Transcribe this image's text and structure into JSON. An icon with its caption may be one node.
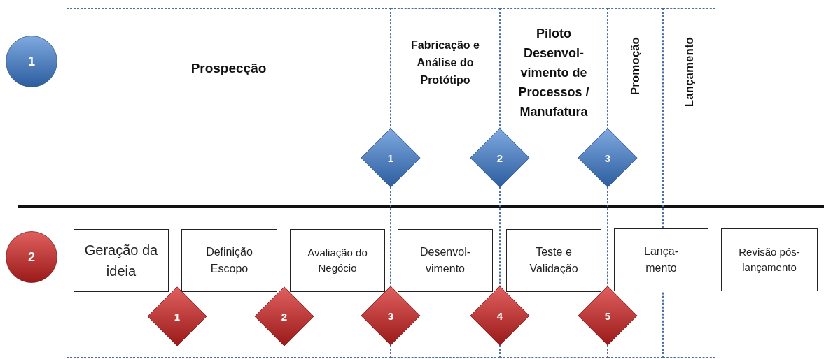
{
  "diagram": {
    "nodes": [
      {
        "text": [
          "1"
        ]
      },
      {
        "text": [
          "Prospecção"
        ]
      },
      {
        "text": [
          "Fabricação e Análise do Protótipo"
        ]
      },
      {
        "text": [
          "Piloto Desenvol- vimento de Processos / Manufatura"
        ]
      },
      {
        "text": [
          "Promoção"
        ]
      },
      {
        "text": [
          "Lançamento"
        ]
      },
      {
        "text": [
          "1"
        ]
      },
      {
        "text": [
          "2"
        ]
      },
      {
        "text": [
          "3"
        ]
      },
      {
        "text": [
          "2"
        ]
      },
      {
        "text": [
          "Geração da ideia"
        ],
        "in": 1
      },
      {
        "text": [
          "Definição Escopo"
        ],
        "in": 1
      },
      {
        "text": [
          "Avaliação do Negócio"
        ],
        "in": 1
      },
      {
        "text": [
          "Desenvol- vimento"
        ],
        "in": 2
      },
      {
        "text": [
          "Teste e Validação"
        ],
        "in": 3
      },
      {
        "text": [
          "Lança- mento"
        ]
      },
      {
        "text": [
          "Revisão pós- lançamento"
        ]
      },
      {
        "text": [
          "1"
        ],
        "in": 1
      },
      {
        "text": [
          "2"
        ],
        "in": 1
      },
      {
        "text": [
          "3"
        ]
      },
      {
        "text": [
          "4"
        ]
      },
      {
        "text": [
          "5"
        ]
      }
    ]
  }
}
